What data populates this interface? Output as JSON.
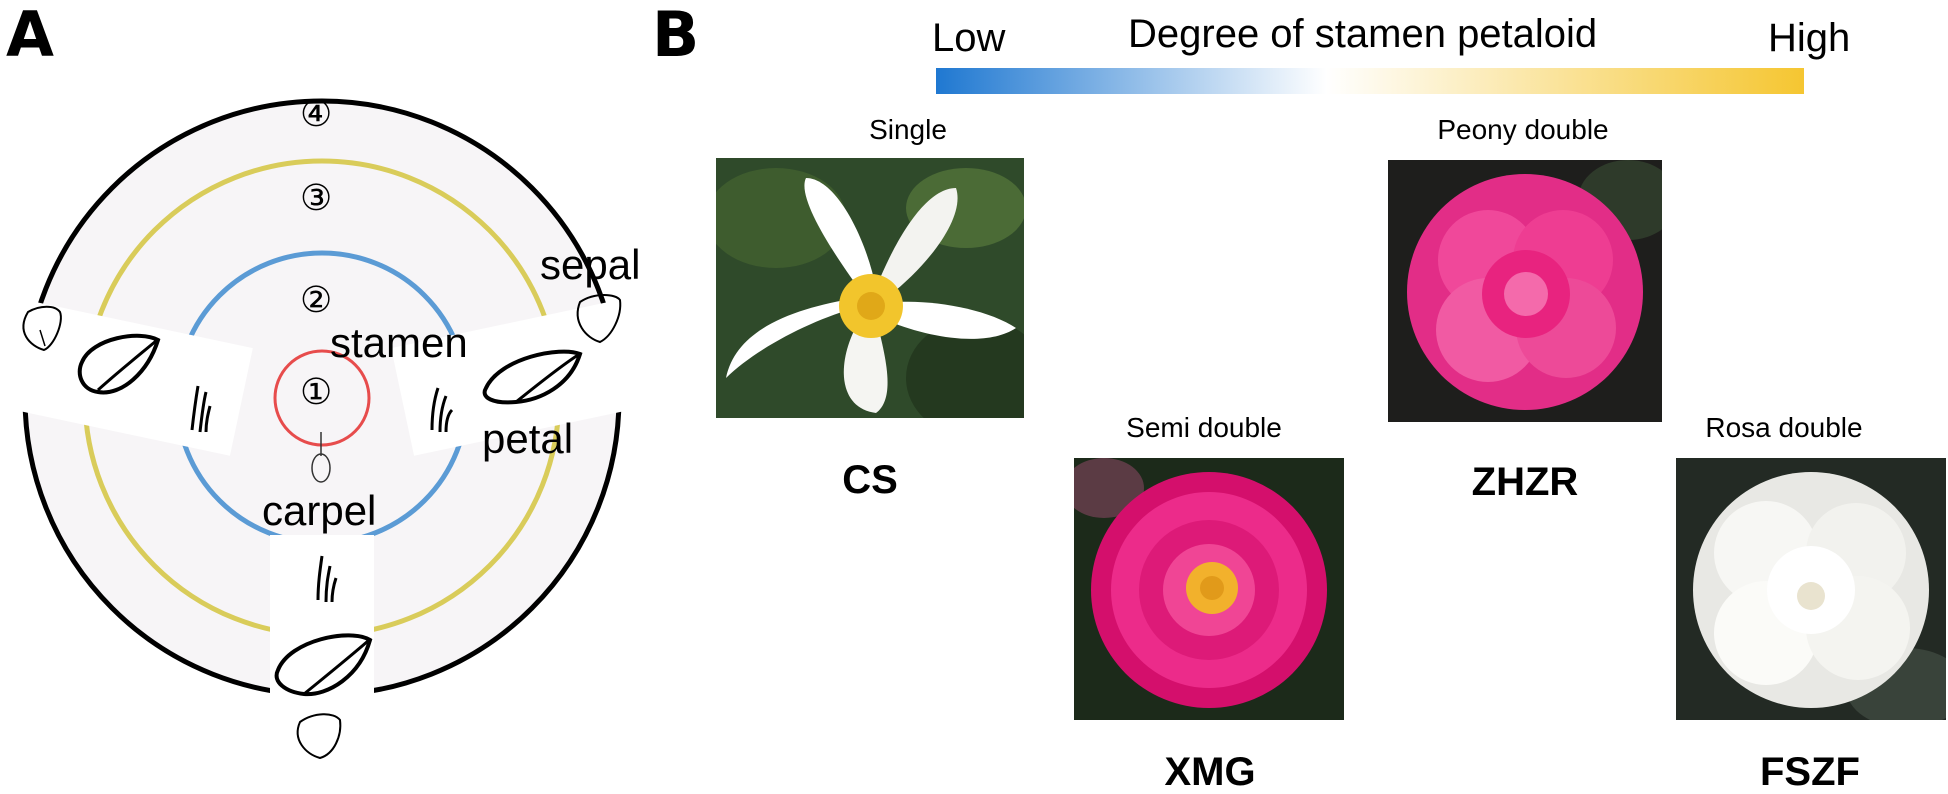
{
  "panel_a": {
    "letter": "A",
    "whorl_numbers": [
      "①",
      "②",
      "③",
      "④"
    ],
    "labels": {
      "sepal": "sepal",
      "stamen": "stamen",
      "petal": "petal",
      "carpel": "carpel"
    },
    "colors": {
      "whorl_1_carpel": "#e74c4c",
      "whorl_2_stamen": "#5b9bd5",
      "whorl_3_petal": "#d9cc5a",
      "whorl_4_sepal": "#000000",
      "background_disc": "#f7f5f7"
    }
  },
  "panel_b": {
    "letter": "B",
    "gradient_bar": {
      "low_label": "Low",
      "title": "Degree of stamen petaloid",
      "high_label": "High",
      "color_low": "#1f78d1",
      "color_mid": "#ffffff",
      "color_high": "#f5c631"
    },
    "flowers": [
      {
        "type": "Single",
        "code": "CS",
        "color": "#ffffff",
        "center_color": "#f2c52c"
      },
      {
        "type": "Semi double",
        "code": "XMG",
        "color": "#e6157f",
        "center_color": "#f2b12c"
      },
      {
        "type": "Peony double",
        "code": "ZHZR",
        "color": "#f0489a"
      },
      {
        "type": "Rosa double",
        "code": "FSZF",
        "color": "#f4f4f2"
      }
    ]
  }
}
